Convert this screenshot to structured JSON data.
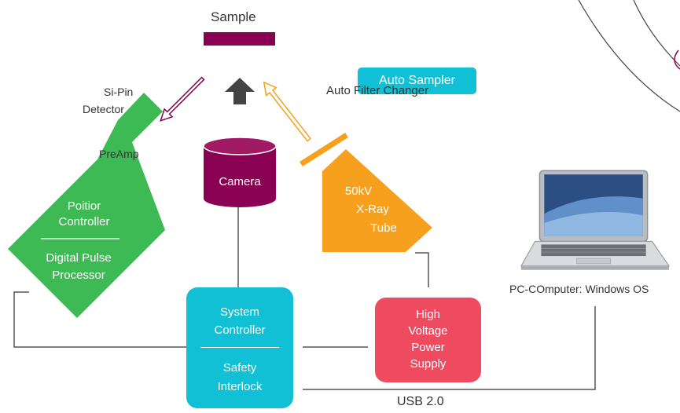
{
  "diagram": {
    "sample_label": "Sample",
    "auto_sampler_label": "Auto Sampler",
    "auto_filter_changer_label": "Auto Filter Changer",
    "detector_label_line1": "Si-Pin",
    "detector_label_line2": "Detector",
    "preamp_label": "PreAmp",
    "position_controller_line1": "Poitior",
    "position_controller_line2": "Controller",
    "dpp_line1": "Digital Pulse",
    "dpp_line2": "Processor",
    "camera_label": "Camera",
    "xray_tube_line1": "50kV",
    "xray_tube_line2": "X-Ray",
    "xray_tube_line3": "Tube",
    "system_controller_line1": "System",
    "system_controller_line2": "Controller",
    "safety_interlock_line1": "Safety",
    "safety_interlock_line2": "Interlock",
    "hv_line1": "High",
    "hv_line2": "Voltage",
    "hv_line3": "Power",
    "hv_line4": "Supply",
    "pc_label": "PC-COmputer: Windows OS",
    "usb_label": "USB 2.0"
  },
  "colors": {
    "magenta": "#8a0052",
    "orange": "#f7a01e",
    "cyan": "#12c0d6",
    "red": "#ee4b60",
    "green": "#3dba54",
    "line": "#555555"
  }
}
